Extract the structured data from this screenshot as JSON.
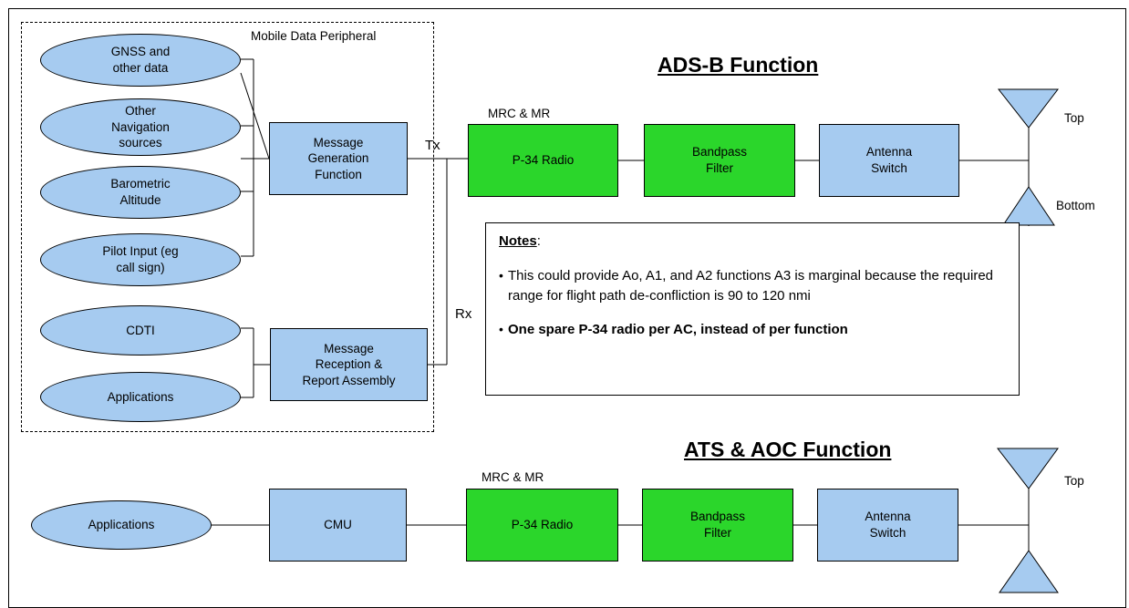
{
  "adsb": {
    "title": "ADS-B Function",
    "peripheral_label": "Mobile Data Peripheral",
    "inputs": [
      "GNSS and\nother data",
      "Other\nNavigation\nsources",
      "Barometric\nAltitude",
      "Pilot Input (eg\ncall sign)"
    ],
    "outputs": [
      "CDTI",
      "Applications"
    ],
    "msg_gen": "Message\nGeneration\nFunction",
    "msg_rec": "Message\nReception &\nReport Assembly",
    "tx": "Tx",
    "rx": "Rx",
    "mrc": "MRC & MR",
    "radio": "P-34 Radio",
    "filter": "Bandpass\nFilter",
    "switch": "Antenna\nSwitch",
    "top": "Top",
    "bottom": "Bottom"
  },
  "notes": {
    "title": "Notes",
    "colon": ":",
    "bullet_char": "•",
    "item1": "This could provide Ao, A1, and A2 functions A3 is marginal because the required range for flight path de-confliction is 90 to 120 nmi",
    "item2": "One spare P-34 radio per AC, instead of per function"
  },
  "ats": {
    "title": "ATS & AOC Function",
    "applications": "Applications",
    "cmu": "CMU",
    "mrc": "MRC & MR",
    "radio": "P-34 Radio",
    "filter": "Bandpass\nFilter",
    "switch": "Antenna\nSwitch",
    "top": "Top"
  },
  "colors": {
    "ellipse_fill": "#a6cbf0",
    "blue_box": "#a6cbf0",
    "green_box": "#2bd62b",
    "antenna_fill": "#a6cbf0"
  }
}
